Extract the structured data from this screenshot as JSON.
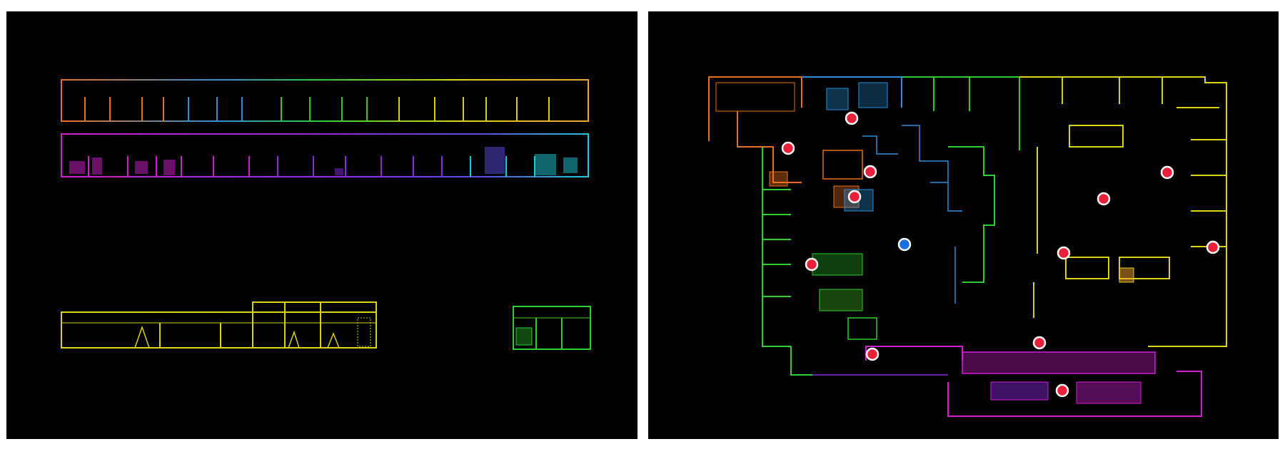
{
  "views": {
    "left": {
      "description_name": "multi-floor-scan-view"
    },
    "right": {
      "description_name": "merged-floorplan-view"
    }
  },
  "colors": {
    "background": "#000000",
    "page": "#ffffff",
    "orange": "#e8701f",
    "light_orange": "#f0a030",
    "yellow": "#d9d21a",
    "green": "#2fcf2f",
    "light_green": "#55e02a",
    "blue": "#2b8fd8",
    "cyan": "#22c8d8",
    "purple": "#8a2be2",
    "magenta": "#d21fd2",
    "marker_red": "#e8203a",
    "marker_blue": "#1a6fe0",
    "marker_stroke": "#ffffff"
  },
  "markers": {
    "red_count": 12,
    "blue_count": 1
  }
}
